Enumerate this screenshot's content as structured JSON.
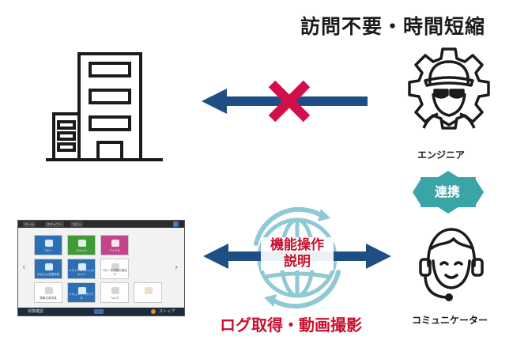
{
  "headline": "訪問不要・時間短縮",
  "engineer_label": "エンジニア",
  "communicator_label": "コミュニケーター",
  "renkei_label": "連携",
  "center_text_lines": [
    "機能操作",
    "説明"
  ],
  "red_text": "ログ取得・動画撮影",
  "colors": {
    "arrow_blue": "#1d4f86",
    "cross_red": "#d1104a",
    "teal": "#3aa5a6",
    "globe": "#8fc9d3",
    "text_red": "#c8102e"
  },
  "icons": [
    "building-icon",
    "engineer-gear-icon",
    "communicator-headset-icon",
    "globe-icon",
    "cross-icon"
  ],
  "panel": {
    "top_tabs": [
      "ホーム",
      "スキャナー",
      "コピー",
      "1"
    ],
    "tiles": [
      "コピー",
      "スキャナ",
      "ファクス",
      "かんたん文書作成",
      "メディアプリント/スキャン",
      "コピーを前回の設定で",
      "簡単文書作成",
      "ドキュメントボックス",
      "ヘルプ"
    ],
    "bottom": [
      "状態確認",
      "ストップ"
    ]
  }
}
